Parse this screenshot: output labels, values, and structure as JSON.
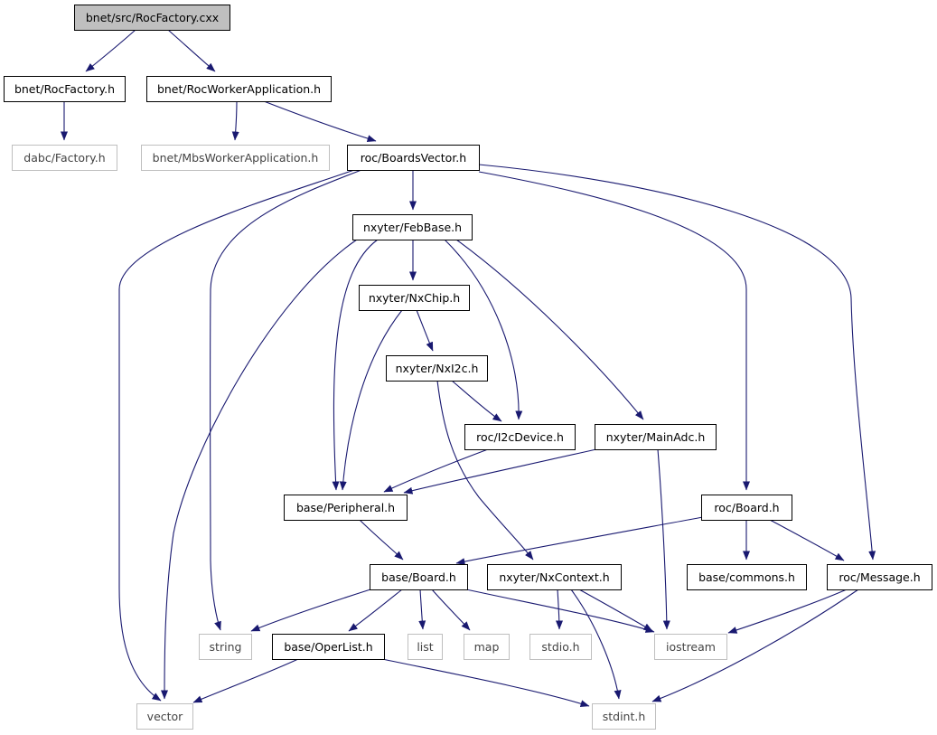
{
  "colors": {
    "edge": "#191970",
    "root_fill": "#bfbfbf",
    "node_border": "#000000",
    "external_border": "#bfbfbf",
    "external_text": "#444444",
    "text": "#000000"
  },
  "nodes": {
    "root": {
      "label": "bnet/src/RocFactory.cxx",
      "kind": "root"
    },
    "bnet_rocfactory_h": {
      "label": "bnet/RocFactory.h",
      "kind": "normal"
    },
    "bnet_rocworkerapplication_h": {
      "label": "bnet/RocWorkerApplication.h",
      "kind": "normal"
    },
    "dabc_factory_h": {
      "label": "dabc/Factory.h",
      "kind": "external"
    },
    "bnet_mbsworkerapplication_h": {
      "label": "bnet/MbsWorkerApplication.h",
      "kind": "external"
    },
    "roc_boardsvector_h": {
      "label": "roc/BoardsVector.h",
      "kind": "normal"
    },
    "nxyter_febbase_h": {
      "label": "nxyter/FebBase.h",
      "kind": "normal"
    },
    "nxyter_nxchip_h": {
      "label": "nxyter/NxChip.h",
      "kind": "normal"
    },
    "nxyter_nxi2c_h": {
      "label": "nxyter/NxI2c.h",
      "kind": "normal"
    },
    "roc_i2cdevice_h": {
      "label": "roc/I2cDevice.h",
      "kind": "normal"
    },
    "nxyter_mainadc_h": {
      "label": "nxyter/MainAdc.h",
      "kind": "normal"
    },
    "base_peripheral_h": {
      "label": "base/Peripheral.h",
      "kind": "normal"
    },
    "roc_board_h": {
      "label": "roc/Board.h",
      "kind": "normal"
    },
    "base_board_h": {
      "label": "base/Board.h",
      "kind": "normal"
    },
    "nxyter_nxcontext_h": {
      "label": "nxyter/NxContext.h",
      "kind": "normal"
    },
    "base_commons_h": {
      "label": "base/commons.h",
      "kind": "normal"
    },
    "roc_message_h": {
      "label": "roc/Message.h",
      "kind": "normal"
    },
    "string": {
      "label": "string",
      "kind": "external"
    },
    "base_operlist_h": {
      "label": "base/OperList.h",
      "kind": "normal"
    },
    "list": {
      "label": "list",
      "kind": "external"
    },
    "map": {
      "label": "map",
      "kind": "external"
    },
    "stdio_h": {
      "label": "stdio.h",
      "kind": "external"
    },
    "iostream": {
      "label": "iostream",
      "kind": "external"
    },
    "vector": {
      "label": "vector",
      "kind": "external"
    },
    "stdint_h": {
      "label": "stdint.h",
      "kind": "external"
    }
  },
  "edges": [
    {
      "from": "root",
      "to": "bnet_rocfactory_h"
    },
    {
      "from": "root",
      "to": "bnet_rocworkerapplication_h"
    },
    {
      "from": "bnet_rocfactory_h",
      "to": "dabc_factory_h"
    },
    {
      "from": "bnet_rocworkerapplication_h",
      "to": "bnet_mbsworkerapplication_h"
    },
    {
      "from": "bnet_rocworkerapplication_h",
      "to": "roc_boardsvector_h"
    },
    {
      "from": "roc_boardsvector_h",
      "to": "nxyter_febbase_h"
    },
    {
      "from": "roc_boardsvector_h",
      "to": "vector"
    },
    {
      "from": "roc_boardsvector_h",
      "to": "string"
    },
    {
      "from": "roc_boardsvector_h",
      "to": "roc_board_h"
    },
    {
      "from": "roc_boardsvector_h",
      "to": "roc_message_h"
    },
    {
      "from": "nxyter_febbase_h",
      "to": "nxyter_nxchip_h"
    },
    {
      "from": "nxyter_febbase_h",
      "to": "base_peripheral_h"
    },
    {
      "from": "nxyter_febbase_h",
      "to": "vector"
    },
    {
      "from": "nxyter_febbase_h",
      "to": "roc_i2cdevice_h"
    },
    {
      "from": "nxyter_febbase_h",
      "to": "nxyter_mainadc_h"
    },
    {
      "from": "nxyter_nxchip_h",
      "to": "nxyter_nxi2c_h"
    },
    {
      "from": "nxyter_nxchip_h",
      "to": "base_peripheral_h"
    },
    {
      "from": "nxyter_nxi2c_h",
      "to": "roc_i2cdevice_h"
    },
    {
      "from": "nxyter_nxi2c_h",
      "to": "nxyter_nxcontext_h"
    },
    {
      "from": "roc_i2cdevice_h",
      "to": "base_peripheral_h"
    },
    {
      "from": "nxyter_mainadc_h",
      "to": "base_peripheral_h"
    },
    {
      "from": "nxyter_mainadc_h",
      "to": "iostream"
    },
    {
      "from": "base_peripheral_h",
      "to": "base_board_h"
    },
    {
      "from": "roc_board_h",
      "to": "base_board_h"
    },
    {
      "from": "roc_board_h",
      "to": "base_commons_h"
    },
    {
      "from": "roc_board_h",
      "to": "roc_message_h"
    },
    {
      "from": "base_board_h",
      "to": "string"
    },
    {
      "from": "base_board_h",
      "to": "base_operlist_h"
    },
    {
      "from": "base_board_h",
      "to": "list"
    },
    {
      "from": "base_board_h",
      "to": "map"
    },
    {
      "from": "base_board_h",
      "to": "iostream"
    },
    {
      "from": "nxyter_nxcontext_h",
      "to": "stdio_h"
    },
    {
      "from": "nxyter_nxcontext_h",
      "to": "iostream"
    },
    {
      "from": "nxyter_nxcontext_h",
      "to": "stdint_h"
    },
    {
      "from": "roc_message_h",
      "to": "iostream"
    },
    {
      "from": "roc_message_h",
      "to": "stdint_h"
    },
    {
      "from": "base_operlist_h",
      "to": "vector"
    },
    {
      "from": "base_operlist_h",
      "to": "stdint_h"
    }
  ]
}
